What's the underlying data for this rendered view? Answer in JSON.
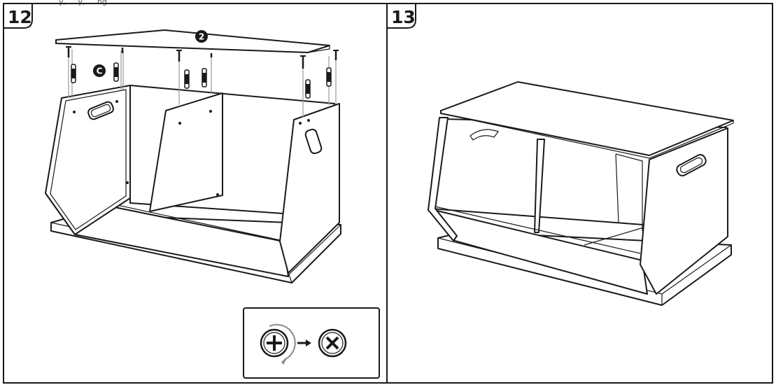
{
  "header_text": "... y, ... y, ... ng ...",
  "panels": [
    {
      "step": "12",
      "part_badges": [
        "2",
        "C"
      ]
    },
    {
      "step": "13"
    }
  ],
  "icons": [
    "rotate-tighten-icon",
    "arrow-right-icon",
    "no-screw-icon"
  ]
}
